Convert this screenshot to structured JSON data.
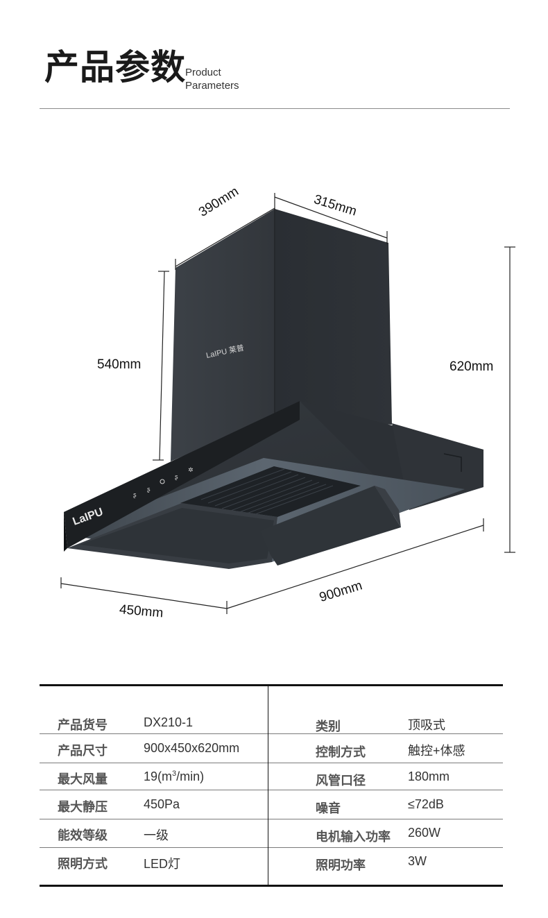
{
  "header": {
    "title_zh": "产品参数",
    "subtitle_line1": "Product",
    "subtitle_line2": "Parameters"
  },
  "diagram": {
    "product": "range hood",
    "brand_logo_front": "LaIPU",
    "brand_logo_chimney": "LaIPU 莱普",
    "control_icons": [
      "fan-speed-icon",
      "fan-speed-icon",
      "power-icon",
      "fan-speed-icon",
      "light-icon"
    ],
    "dimensions": {
      "chimney_depth": "390mm",
      "chimney_width": "315mm",
      "chimney_height": "540mm",
      "total_height": "620mm",
      "depth": "450mm",
      "width": "900mm"
    },
    "colors": {
      "body": "#2c3035",
      "body_light": "#3f4449",
      "panel": "#1c1f22",
      "glass": "#56606a"
    }
  },
  "specs": {
    "left": [
      {
        "label": "产品货号",
        "value": "DX210-1"
      },
      {
        "label": "产品尺寸",
        "value": "900x450x620mm"
      },
      {
        "label": "最大风量",
        "value_prefix": "19(m",
        "value_sup": "3",
        "value_suffix": "/min)"
      },
      {
        "label": "最大静压",
        "value": "450Pa"
      },
      {
        "label": "能效等级",
        "value": "一级"
      },
      {
        "label": "照明方式",
        "value": "LED灯"
      }
    ],
    "right": [
      {
        "label": "类别",
        "value": "顶吸式"
      },
      {
        "label": "控制方式",
        "value": "触控+体感"
      },
      {
        "label": "风管口径",
        "value": "180mm"
      },
      {
        "label": "噪音",
        "value": "≤72dB"
      },
      {
        "label": "电机输入功率",
        "value": "260W"
      },
      {
        "label": "照明功率",
        "value": "3W"
      }
    ]
  }
}
